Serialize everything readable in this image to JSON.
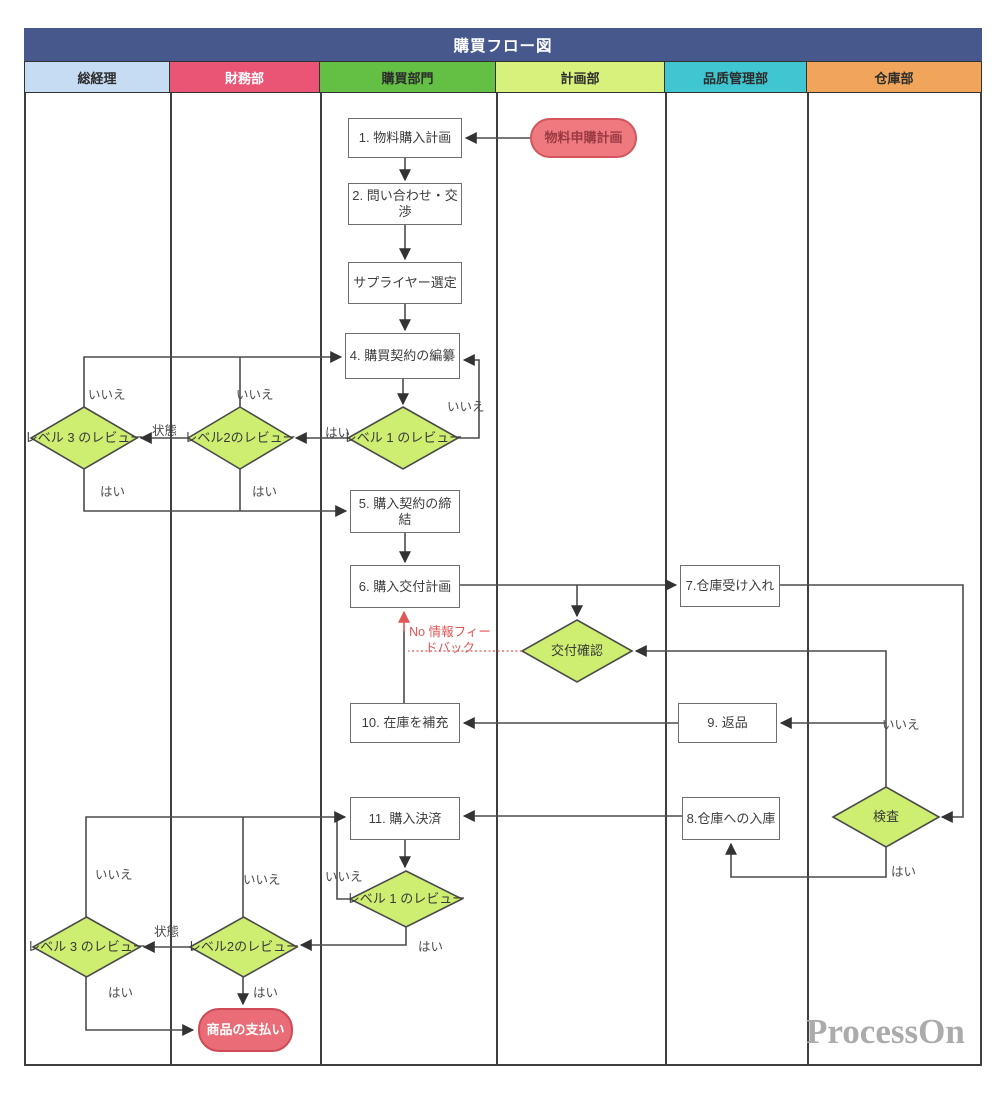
{
  "title": "購買フロー図",
  "watermark": "ProcessOn",
  "colors": {
    "title_bg": "#46588c",
    "title_text": "#ffffff",
    "diamond_fill": "#cdee71",
    "diamond_stroke": "#4a4a4a",
    "edge": "#4c4c4c",
    "feedback_red": "#e05555",
    "terminator_start_bg": "#ee7a80",
    "terminator_start_border": "#d4555e",
    "terminator_start_text": "#9c3a42",
    "terminator_end_bg": "#e96c77",
    "terminator_end_border": "#ce4a57",
    "terminator_end_text": "#ffffff"
  },
  "lanes": [
    {
      "label": "総経理",
      "color": "#c6dcf3",
      "text_color": "#2c2c2c"
    },
    {
      "label": "財務部",
      "color": "#ea5576",
      "text_color": "#ffffff"
    },
    {
      "label": "購買部門",
      "color": "#64c044",
      "text_color": "#2c2c2c"
    },
    {
      "label": "計画部",
      "color": "#d8f07c",
      "text_color": "#2c2c2c"
    },
    {
      "label": "品质管理部",
      "color": "#3fc6d0",
      "text_color": "#2c2c2c"
    },
    {
      "label": "仓庫部",
      "color": "#f0a55a",
      "text_color": "#2c2c2c"
    }
  ],
  "nodes": {
    "start": {
      "label": "物料申購計画"
    },
    "box1": {
      "label": "1. 物料購入計画"
    },
    "box2": {
      "label": "2. 問い合わせ・交渉"
    },
    "box3": {
      "label": "サプライヤー選定"
    },
    "box4": {
      "label": "4. 購買契約の編纂"
    },
    "d1a": {
      "label": "レベル 1 のレビュー"
    },
    "d2a": {
      "label": "レベル2のレビュー"
    },
    "d3a": {
      "label": "レベル 3 のレビュー"
    },
    "box5": {
      "label": "5. 購入契約の締結"
    },
    "box6": {
      "label": "6. 購入交付計画"
    },
    "box7": {
      "label": "7.仓庫受け入れ"
    },
    "dcf": {
      "label": "交付確認"
    },
    "box10": {
      "label": "10. 在庫を補充"
    },
    "box9": {
      "label": "9. 返品"
    },
    "box11": {
      "label": "11. 購入決済"
    },
    "box8": {
      "label": "8.仓庫への入庫"
    },
    "dk": {
      "label": "検査"
    },
    "d1b": {
      "label": "レベル 1 のレビュー"
    },
    "d2b": {
      "label": "レベル2のレビュー"
    },
    "d3b": {
      "label": "レベル 3 のレビュー"
    },
    "end": {
      "label": "商品の支払い"
    }
  },
  "edge_labels": {
    "yes": "はい",
    "no": "いいえ",
    "status": "状態",
    "feedback": "No 情報フィードバック"
  }
}
